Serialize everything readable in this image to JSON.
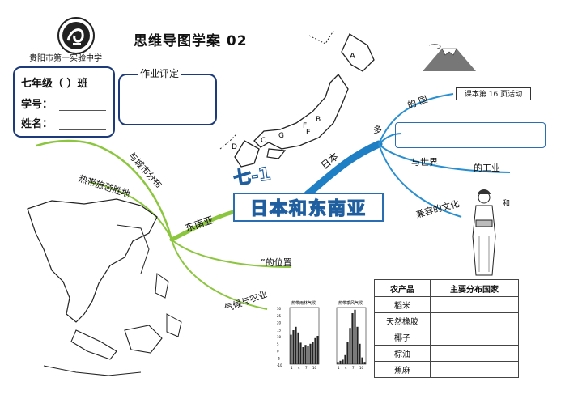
{
  "header": {
    "title": "思维导图学案 02",
    "school": "贵阳市第一实验中学"
  },
  "student_info": {
    "grade": "七年级（  ）班",
    "student_id_label": "学号：",
    "name_label": "姓名："
  },
  "evaluation": {
    "label": "作业评定"
  },
  "center": {
    "unit": "七-1",
    "topic": "日本和东南亚"
  },
  "branches": {
    "japan": "日本",
    "japan_sub": {
      "country": "的  国",
      "many": "多",
      "industry_prefix": "与世界",
      "industry": "的工业",
      "culture": "兼容的文化",
      "and": "和"
    },
    "sea": "东南亚",
    "sea_sub": {
      "cities": "与城市分布",
      "tourism": "热带旅游胜地",
      "location": "”的位置",
      "climate": "气候与农业"
    }
  },
  "homework_box": "课本第 16 页活动",
  "map_labels": [
    "A",
    "B",
    "C",
    "D",
    "E",
    "F",
    "G"
  ],
  "climate_charts": {
    "left_title": "热带雨林气候",
    "right_title": "热带季风气候",
    "y_ticks": [
      "30",
      "25",
      "20",
      "15",
      "10",
      "5",
      "0",
      "-5",
      "-10"
    ],
    "x_ticks": [
      "1",
      "4",
      "7",
      "10"
    ],
    "left_bars": [
      260,
      300,
      330,
      280,
      190,
      150,
      170,
      160,
      180,
      200,
      230,
      250
    ],
    "right_bars": [
      20,
      30,
      40,
      80,
      200,
      320,
      450,
      480,
      330,
      180,
      60,
      20
    ]
  },
  "crop_table": {
    "headers": [
      "农产品",
      "主要分布国家"
    ],
    "rows": [
      "稻米",
      "天然橡胶",
      "椰子",
      "棕油",
      "蕉麻"
    ]
  },
  "colors": {
    "branch_blue": "#2a8fd0",
    "branch_green": "#8cc63f",
    "frame": "#1d3a7a"
  }
}
